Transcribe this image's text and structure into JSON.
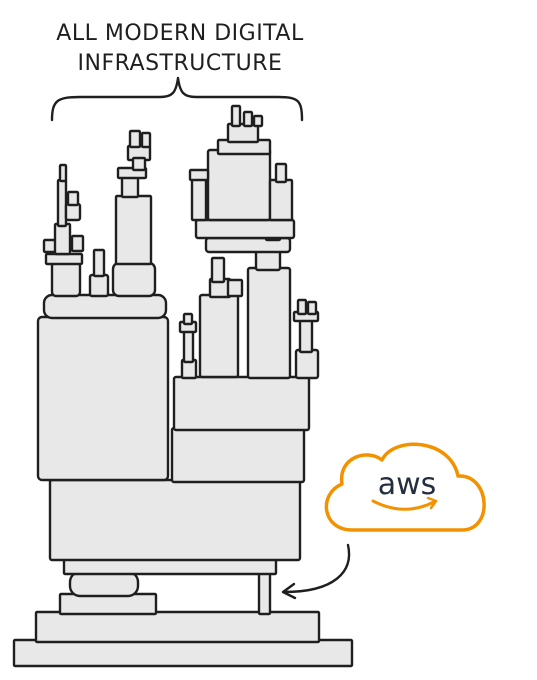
{
  "caption": {
    "line1": "ALL MODERN DIGITAL",
    "line2": "INFRASTRUCTURE"
  },
  "logo": {
    "text": "aws",
    "color": "#f39200",
    "text_color": "#232f3e",
    "icon": "cloud-icon"
  },
  "colors": {
    "block_fill": "#e8e8e8",
    "ink": "#1f1f1f"
  }
}
